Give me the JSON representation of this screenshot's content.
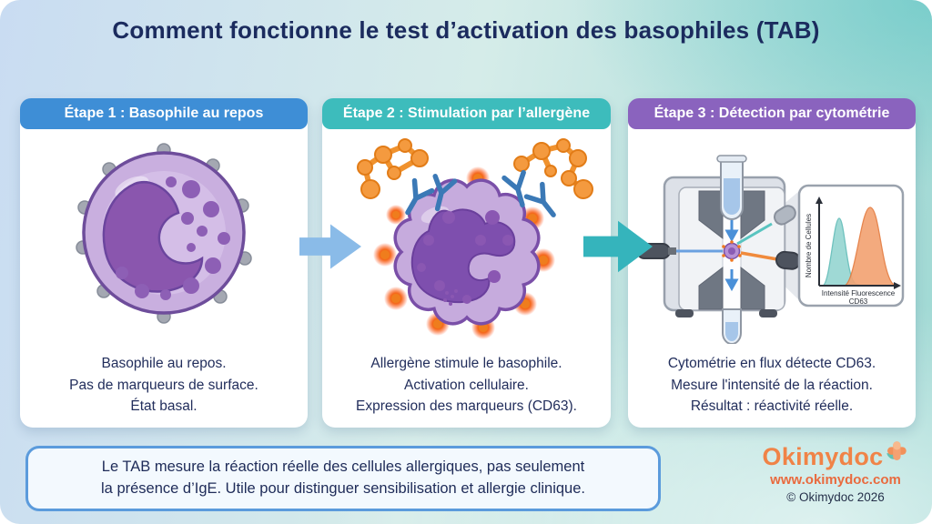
{
  "title": "Comment fonctionne le test d’activation des basophiles (TAB)",
  "steps": [
    {
      "header": "Étape 1 : Basophile au repos",
      "header_color": "#3e8ed6",
      "illustration": "resting-basophil-cell",
      "lines": [
        "Basophile au repos.",
        "Pas de marqueurs de surface.",
        "État basal."
      ]
    },
    {
      "header": "Étape 2 : Stimulation par l’allergène",
      "header_color": "#3dbcbc",
      "illustration": "activated-basophil-with-allergens-and-ige",
      "lines": [
        "Allergène stimule le basophile.",
        "Activation cellulaire.",
        "Expression des marqueurs (CD63)."
      ]
    },
    {
      "header": "Étape 3 : Détection par cytométrie",
      "header_color": "#8a63be",
      "illustration": "flow-cytometer-with-histogram",
      "lines": [
        "Cytométrie en flux détecte CD63.",
        "Mesure l'intensité de la réaction.",
        "Résultat : réactivité réelle."
      ],
      "chart": {
        "type": "area",
        "ylabel": "Nombre de Cellules",
        "xlabel": "Intensité Fluorescence",
        "xlabel2": "CD63",
        "series": [
          {
            "color": "#8fd0cc",
            "peak_position": 0.38,
            "peak_height": 0.8
          },
          {
            "color": "#f09a62",
            "peak_position": 0.72,
            "peak_height": 0.95
          }
        ]
      }
    }
  ],
  "note": {
    "line1": "Le TAB mesure la réaction réelle des cellules allergiques, pas seulement",
    "line2": "la présence d’IgE. Utile pour distinguer sensibilisation et allergie clinique."
  },
  "brand": {
    "name": "Okimydoc",
    "website": "www.okimydoc.com",
    "copyright": "© Okimydoc 2026"
  },
  "colors": {
    "title_text": "#1b2b5e",
    "step1_header": "#3e8ed6",
    "step2_header": "#3dbcbc",
    "step3_header": "#8a63be",
    "arrow1": "#8abbe8",
    "arrow2": "#35b4bc",
    "note_border": "#5b9bdc",
    "brand_orange": "#f08347",
    "cell_purple": "#c9afdf",
    "nucleus_purple": "#8a56ae",
    "activation_glow": "#f4600f"
  },
  "icons": {
    "arrow_between_steps": "block-arrow-right",
    "brand_logo": "medical-plus"
  }
}
